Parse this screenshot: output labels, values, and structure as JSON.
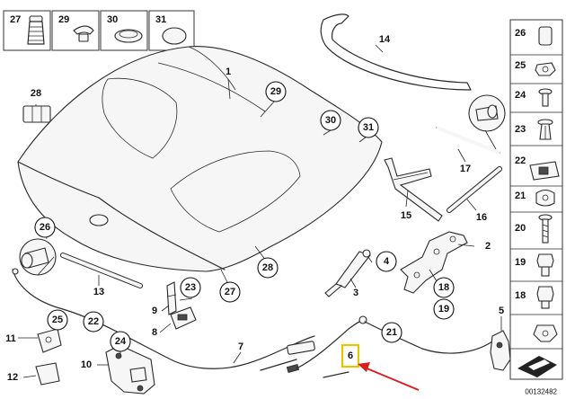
{
  "diagram": {
    "reference_number": "00132482",
    "highlighted_part": "6",
    "colors": {
      "highlight": "#e8c400",
      "arrow": "#d92020"
    },
    "top_row_parts": [
      "27",
      "29",
      "30",
      "31"
    ],
    "side_column_parts": [
      "26",
      "25",
      "24",
      "23",
      "22",
      "21",
      "20",
      "19",
      "18"
    ],
    "callouts": [
      "29",
      "30",
      "31",
      "26",
      "28",
      "27",
      "23",
      "4",
      "18",
      "19",
      "24",
      "25",
      "22",
      "21"
    ],
    "labels": [
      "1",
      "14",
      "17",
      "15",
      "16",
      "2",
      "13",
      "3",
      "9",
      "8",
      "7",
      "11",
      "10",
      "12",
      "5",
      "28",
      "6"
    ]
  }
}
